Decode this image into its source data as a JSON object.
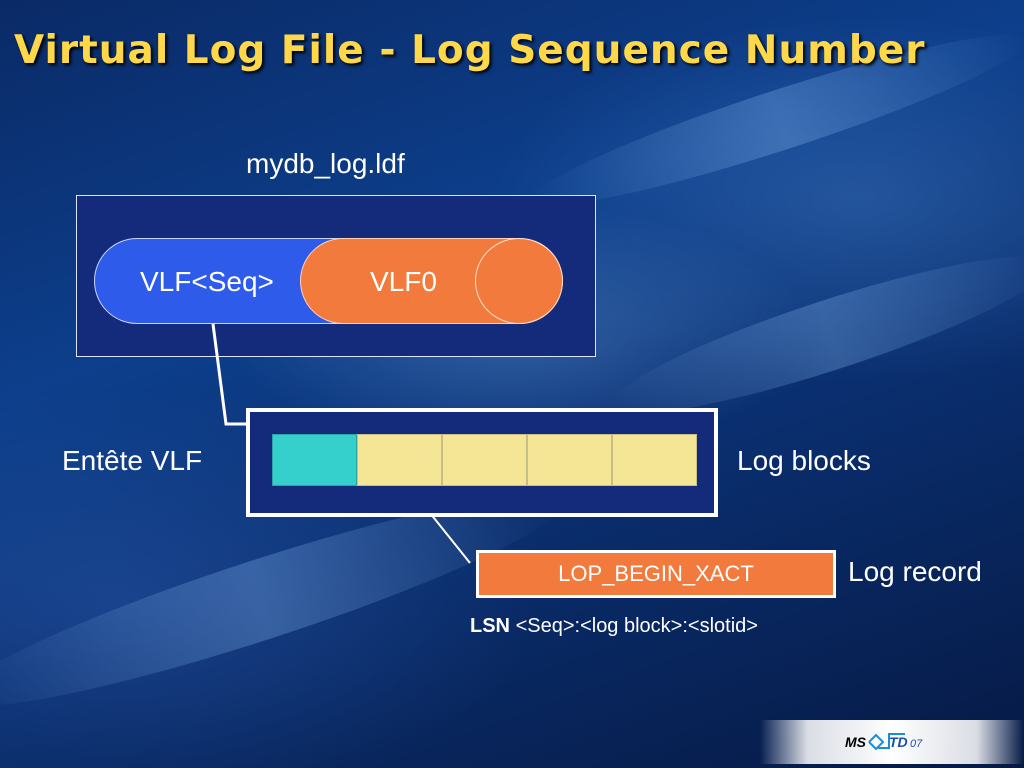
{
  "slide": {
    "title": "Virtual Log File - Log Sequence Number"
  },
  "diagram": {
    "file_name": "mydb_log.ldf",
    "vlf_seq_label": "VLF<Seq>",
    "vlf0_label": "VLF0",
    "header_label": "Entête VLF",
    "log_blocks_label": "Log blocks",
    "log_record_value": "LOP_BEGIN_XACT",
    "log_record_label": "Log record",
    "lsn_key": "LSN",
    "lsn_format": "<Seq>:<log block>:<slotid>",
    "block_count": 5
  },
  "logo": {
    "text": "MS TD07"
  },
  "colors": {
    "title": "#ffd84a",
    "vlf_seq": "#2f5bea",
    "vlf0": "#f17a3c",
    "header_block": "#35cfcc",
    "log_block": "#f5e696",
    "container": "#142a7a"
  }
}
